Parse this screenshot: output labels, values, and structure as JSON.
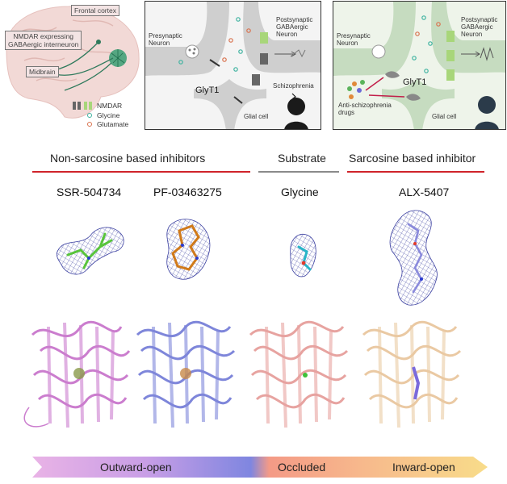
{
  "brain": {
    "frontal_cortex": "Frontal cortex",
    "nmdar_line1": "NMDAR expressing",
    "nmdar_line2": "GABAergic interneuron",
    "midbrain": "Midbrain"
  },
  "legend": {
    "nmdar": "NMDAR",
    "glycine": "Glycine",
    "glutamate": "Glutamate",
    "colors": {
      "glycine": "#3fb3a0",
      "glutamate": "#d9734f",
      "nmdar": "#a8d67a"
    }
  },
  "panel_left": {
    "presynaptic_l1": "Presynaptic",
    "presynaptic_l2": "Neuron",
    "post_l1": "Postsynaptic",
    "post_l2": "GABAergic",
    "post_l3": "Neuron",
    "glyt1": "GlyT1",
    "schizophrenia": "Schizophrenia",
    "glial": "Glial cell"
  },
  "panel_right": {
    "presynaptic_l1": "Presynaptic",
    "presynaptic_l2": "Neuron",
    "post_l1": "Postsynaptic",
    "post_l2": "GABAergic",
    "post_l3": "Neuron",
    "glyt1": "GlyT1",
    "drugs_l1": "Anti-schizophrenia",
    "drugs_l2": "drugs",
    "glial": "Glial cell"
  },
  "headers": {
    "non_sarcosine": "Non-sarcosine based inhibitors",
    "substrate": "Substrate",
    "sarcosine": "Sarcosine based inhibitor"
  },
  "compounds": [
    "SSR-504734",
    "PF-03463275",
    "Glycine",
    "ALX-5407"
  ],
  "states": {
    "outward": "Outward-open",
    "occluded": "Occluded",
    "inward": "Inward-open"
  },
  "colors": {
    "red_line": "#d0232a",
    "gray_line": "#8a8a8a",
    "magenta_protein": "#c670c9",
    "blue_protein": "#7179d6",
    "pink_protein": "#e59a96",
    "tan_protein": "#e8c49a",
    "mesh": "#3a3fa0"
  }
}
